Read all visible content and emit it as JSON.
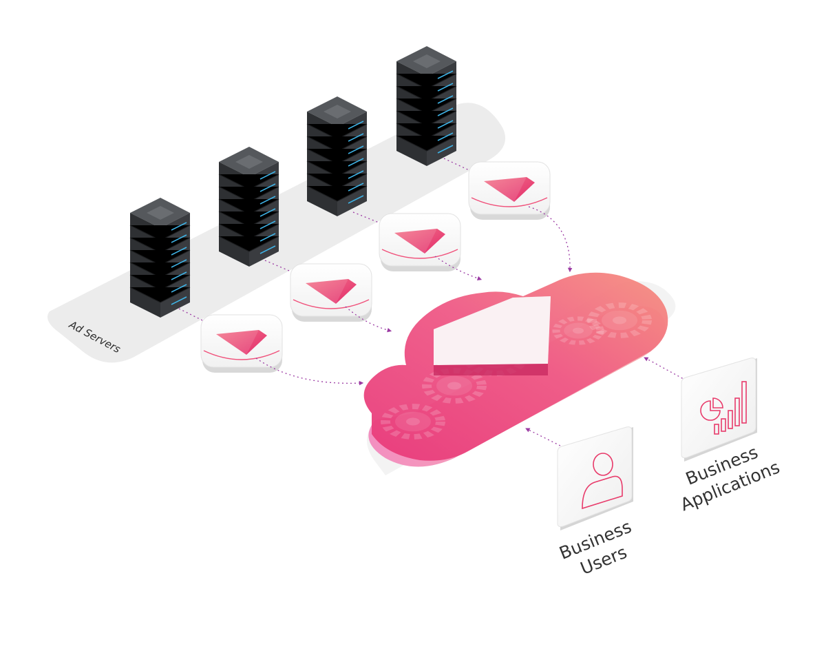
{
  "labels": {
    "ad_servers": "Ad Servers",
    "business_users": [
      "Business",
      "Users"
    ],
    "business_applications": [
      "Business",
      "Applications"
    ]
  },
  "icons": {
    "server": "server-rack-icon",
    "connector": "gem-connector-icon",
    "platform": "cloud-platform-icon",
    "users": "user-icon",
    "applications": "chart-icon"
  },
  "colors": {
    "accent": "#e8397a",
    "accent_light": "#f58a8a",
    "server_body": "#3a3c40",
    "server_led": "#3fb3e6",
    "arrow": "#9b3aa3",
    "platform_shadow": "#e9e9e9"
  }
}
